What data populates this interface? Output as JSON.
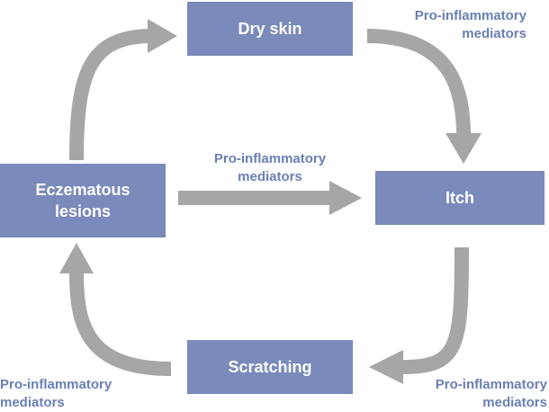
{
  "nodes": {
    "dry_skin": "Dry skin",
    "itch": "Itch",
    "scratching": "Scratching",
    "eczematous_lesions": "Eczematous\nlesions"
  },
  "labels": {
    "top_right": [
      "Pro-inflammatory",
      "mediators"
    ],
    "center": [
      "Pro-inflammatory",
      "mediators"
    ],
    "bottom_right": [
      "Pro-inflammatory",
      "mediators"
    ],
    "bottom_left": [
      "Pro-inflammatory",
      "mediators"
    ]
  },
  "colors": {
    "box": "#7a8aba",
    "box_text": "#ffffff",
    "label_text": "#6b7fb5",
    "arrow": "#a6a6a6"
  }
}
